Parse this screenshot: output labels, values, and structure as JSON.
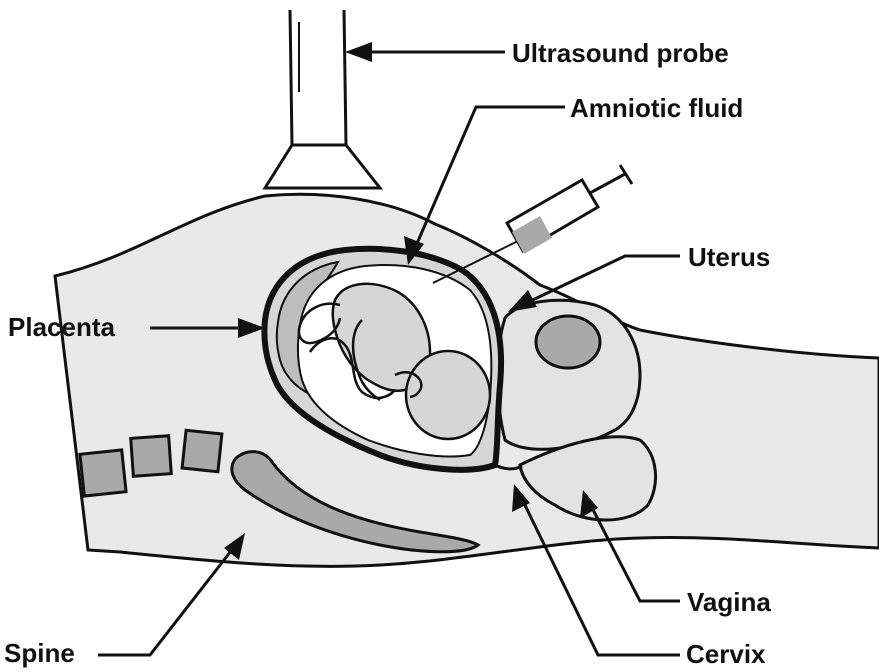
{
  "labels": {
    "ultrasound_probe": "Ultrasound probe",
    "amniotic_fluid": "Amniotic fluid",
    "uterus": "Uterus",
    "placenta": "Placenta",
    "vagina": "Vagina",
    "spine": "Spine",
    "cervix": "Cervix"
  },
  "colors": {
    "outline": "#111111",
    "body_fill": "#e9e9e9",
    "organ_fill": "#d6d6d6",
    "bone_fill": "#a9a9a9",
    "fluid_fill": "#ffffff"
  }
}
